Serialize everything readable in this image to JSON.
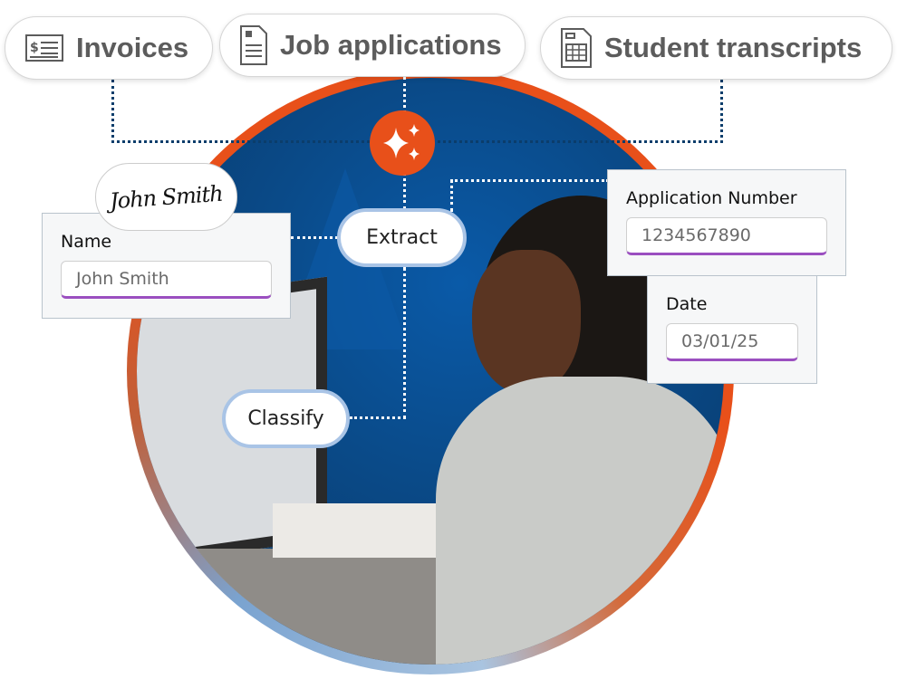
{
  "categories": [
    {
      "label": "Invoices",
      "icon": "invoice-icon"
    },
    {
      "label": "Job applications",
      "icon": "document-icon"
    },
    {
      "label": "Student transcripts",
      "icon": "spreadsheet-icon"
    }
  ],
  "actions": {
    "extract": "Extract",
    "classify": "Classify"
  },
  "signature": "John Smith",
  "fields": {
    "name": {
      "label": "Name",
      "value": "John Smith"
    },
    "application_number": {
      "label": "Application Number",
      "value": "1234567890"
    },
    "date": {
      "label": "Date",
      "value": "03/01/25"
    }
  },
  "colors": {
    "accent": "#e8501a",
    "navy": "#083e73",
    "underline": "#9b4fc0"
  }
}
